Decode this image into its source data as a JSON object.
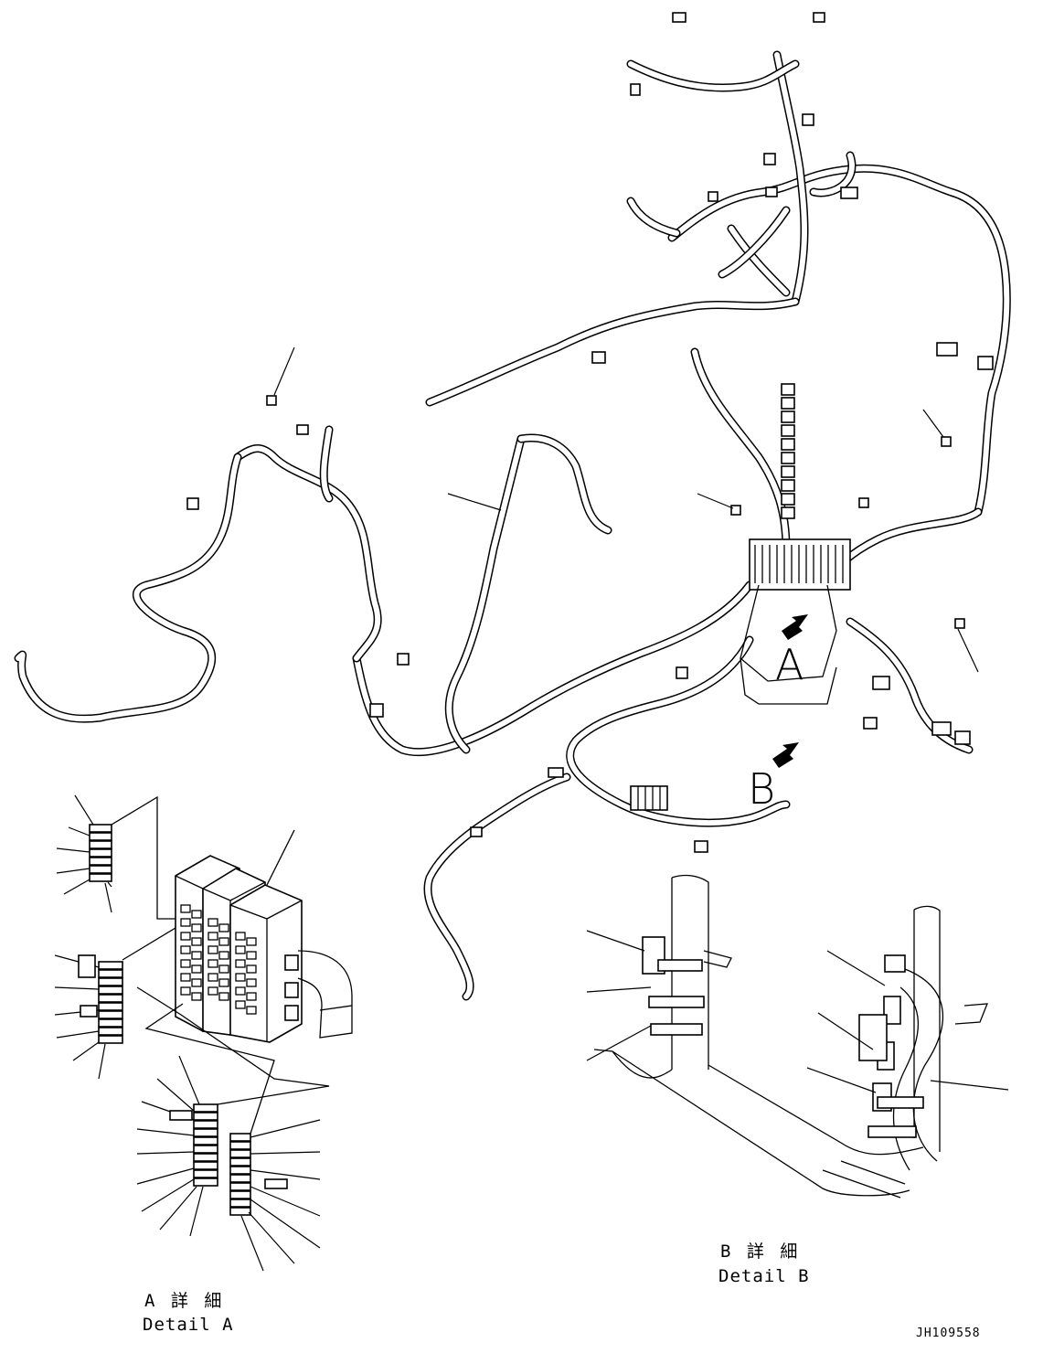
{
  "callouts": {
    "view_a": "A",
    "view_b": "B"
  },
  "details": {
    "a_jp": "A 詳 細",
    "a_en": "Detail A",
    "b_jp": "B 詳 細",
    "b_en": "Detail B"
  },
  "drawing_number": "JH109558"
}
